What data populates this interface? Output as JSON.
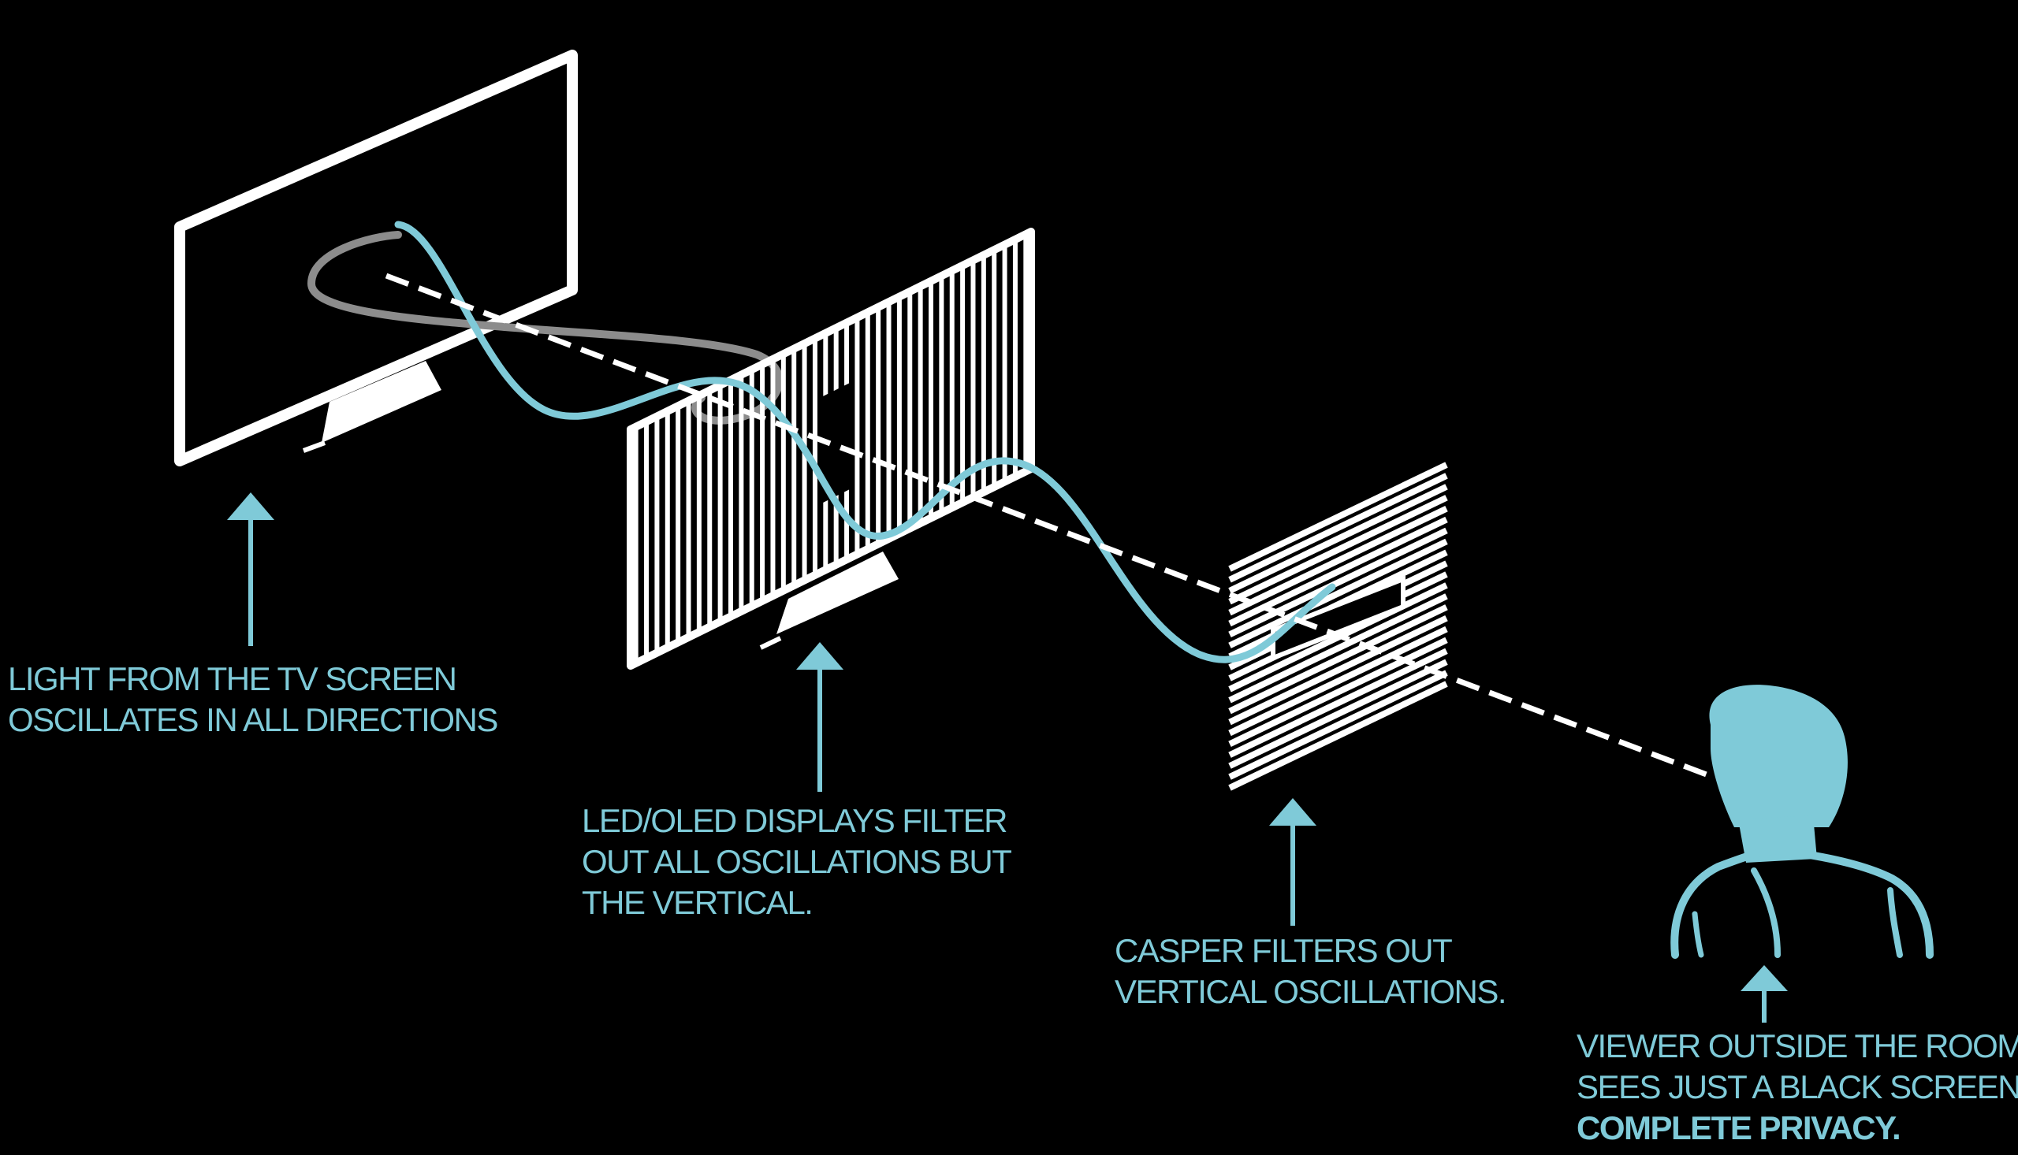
{
  "colors": {
    "accent": "#7fcad8",
    "white": "#ffffff",
    "gray": "#8c8c8c",
    "background": "#000000"
  },
  "labels": {
    "tv_light": [
      "LIGHT FROM THE TV SCREEN",
      "OSCILLATES IN ALL DIRECTIONS"
    ],
    "display_filter": [
      "LED/OLED DISPLAYS FILTER",
      "OUT ALL OSCILLATIONS BUT",
      "THE VERTICAL."
    ],
    "casper_filter": [
      "CASPER FILTERS OUT",
      "VERTICAL OSCILLATIONS."
    ],
    "viewer": [
      "VIEWER OUTSIDE THE ROOM",
      "SEES JUST A BLACK SCREEN."
    ],
    "viewer_emphasis": "COMPLETE PRIVACY."
  },
  "icons": [
    "tv-screen-icon",
    "display-filter-icon",
    "casper-filter-icon",
    "viewer-silhouette-icon"
  ]
}
